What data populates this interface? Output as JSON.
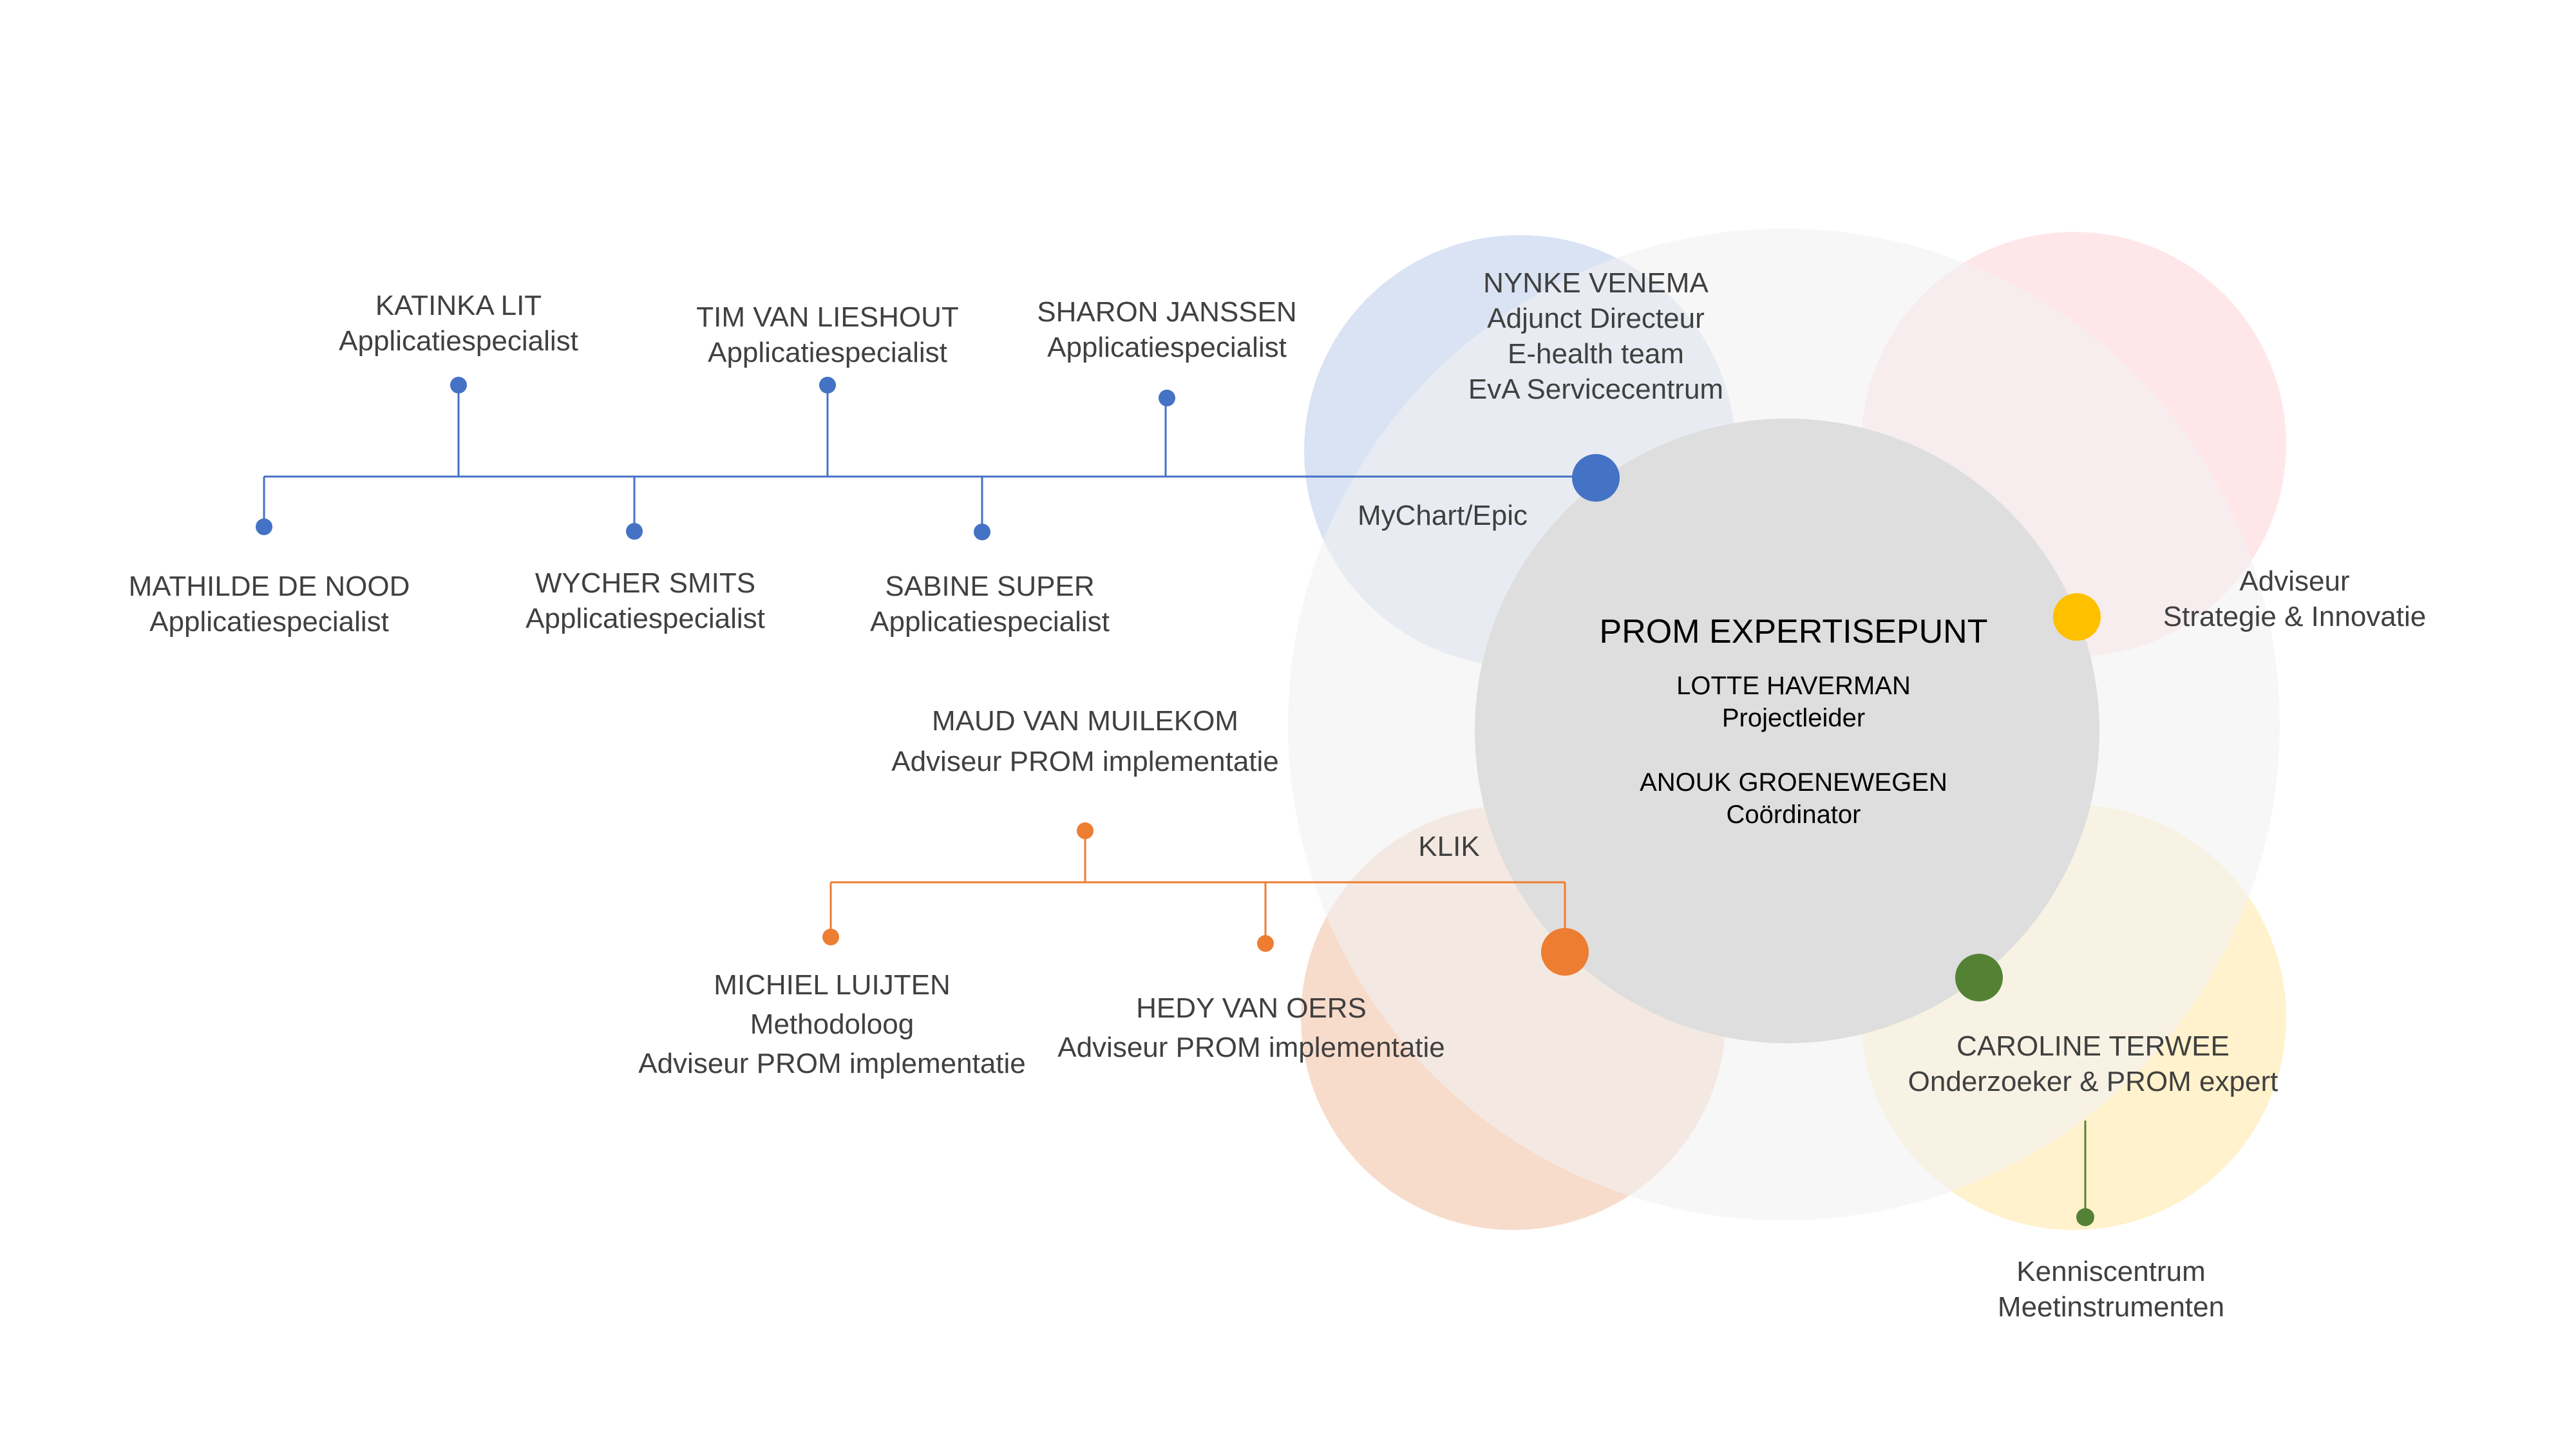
{
  "colors": {
    "blue": "#4472C4",
    "orange": "#ED7D31",
    "yellow": "#FFC000",
    "green": "#548235",
    "red_petal": "#FFE3E5",
    "blue_petal": "#DAE3F3",
    "orange_petal": "#F8DCCB",
    "yellow_petal": "#FFF2CC",
    "outer_circle": "#F2F2F2",
    "center_circle": "#DEDEDE"
  },
  "center": {
    "title": "PROM EXPERTISEPUNT",
    "lead_name": "LOTTE HAVERMAN",
    "lead_role": "Projectleider",
    "coord_name": "ANOUK GROENEWEGEN",
    "coord_role": "Coördinator"
  },
  "blue_group": {
    "hub_label": "MyChart/Epic",
    "head": {
      "name": "NYNKE VENEMA",
      "role1": "Adjunct Directeur",
      "role2": "E-health team",
      "role3": "EvA Servicecentrum"
    },
    "members": [
      {
        "name": "KATINKA LIT",
        "role": "Applicatiespecialist"
      },
      {
        "name": "TIM VAN LIESHOUT",
        "role": "Applicatiespecialist"
      },
      {
        "name": "SHARON JANSSEN",
        "role": "Applicatiespecialist"
      },
      {
        "name": "MATHILDE DE NOOD",
        "role": "Applicatiespecialist"
      },
      {
        "name": "WYCHER SMITS",
        "role": "Applicatiespecialist"
      },
      {
        "name": "SABINE SUPER",
        "role": "Applicatiespecialist"
      }
    ]
  },
  "orange_group": {
    "hub_label": "KLIK",
    "lead": {
      "name": "MAUD VAN MUILEKOM",
      "role": "Adviseur PROM implementatie"
    },
    "members": [
      {
        "name": "MICHIEL LUIJTEN",
        "role1": "Methodoloog",
        "role2": "Adviseur PROM implementatie"
      },
      {
        "name": "HEDY VAN OERS",
        "role1": "Adviseur PROM implementatie"
      }
    ]
  },
  "yellow_group": {
    "line1": "Adviseur",
    "line2": "Strategie & Innovatie"
  },
  "green_group": {
    "name": "CAROLINE TERWEE",
    "role": "Onderzoeker & PROM expert",
    "sub_line1": "Kenniscentrum",
    "sub_line2": "Meetinstrumenten"
  }
}
